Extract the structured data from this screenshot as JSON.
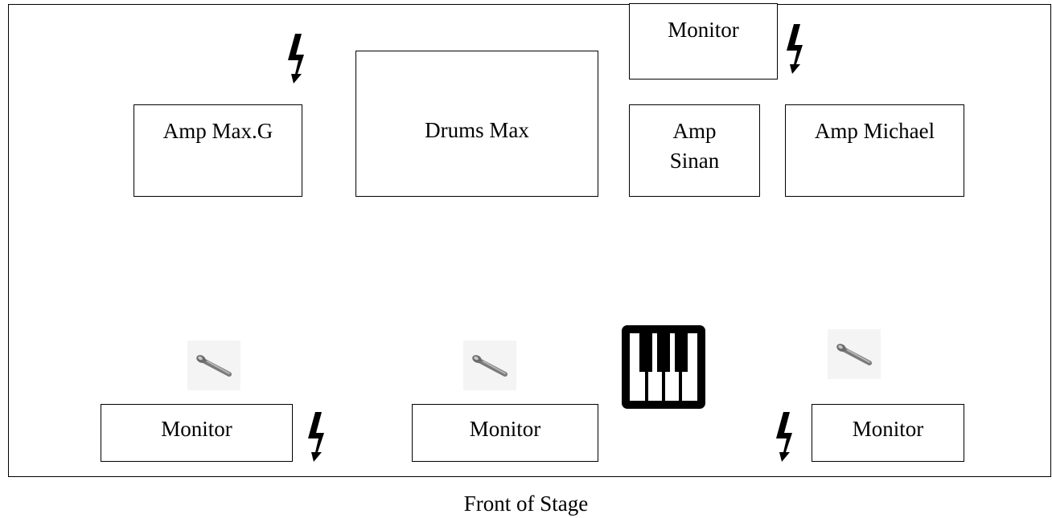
{
  "stage": {
    "boxes": {
      "monitor_top": "Monitor",
      "amp_max_g": "Amp Max.G",
      "drums_max": "Drums Max",
      "amp_sinan_line1": "Amp",
      "amp_sinan_line2": "Sinan",
      "amp_michael": "Amp Michael",
      "monitor_left": "Monitor",
      "monitor_center": "Monitor",
      "monitor_right": "Monitor"
    },
    "icons": {
      "power": "lightning-bolt-icon",
      "microphone": "microphone-icon",
      "keyboard": "piano-keyboard-icon"
    }
  },
  "caption": "Front of Stage"
}
